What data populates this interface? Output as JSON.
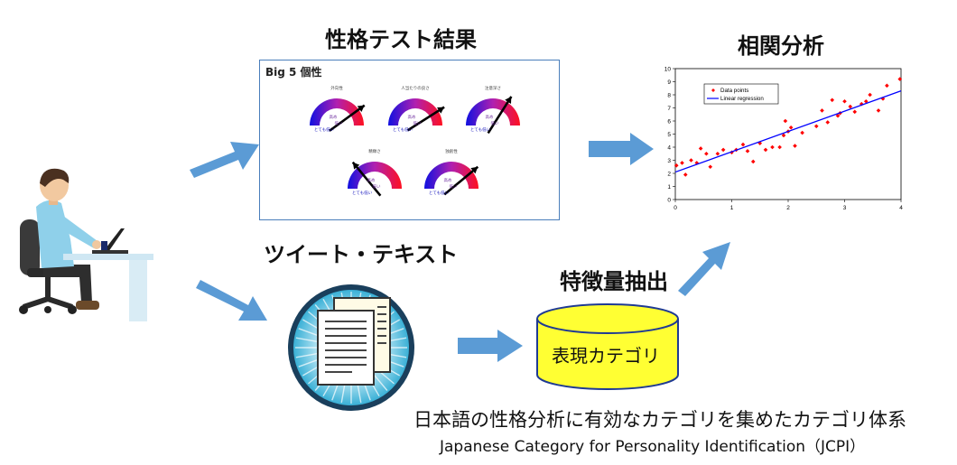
{
  "titles": {
    "personality_result": "性格テスト結果",
    "correlation": "相関分析",
    "tweet_text": "ツイート・テキスト",
    "feature_extraction": "特徴量抽出"
  },
  "result_panel": {
    "title": "Big 5 個性",
    "gauges": [
      {
        "label": "外向性",
        "low": "低い",
        "high": "高め",
        "very_low": "とても低い",
        "level": 0.8
      },
      {
        "label": "人当たりの良さ",
        "low": "低い",
        "high": "高め",
        "very_low": "とても低い",
        "level": 0.82
      },
      {
        "label": "注意深さ",
        "low": "低い",
        "high": "高め",
        "very_low": "とても低い",
        "level": 0.68
      },
      {
        "label": "精緻さ",
        "low": "低い",
        "high": "高め",
        "very_low": "とても低い",
        "level": 0.28
      },
      {
        "label": "独創性",
        "low": "低い",
        "high": "高め",
        "very_low": "とても低い",
        "level": 0.78
      }
    ]
  },
  "drum_label": "表現カテゴリ",
  "caption": {
    "jp": "日本語の性格分析に有効なカテゴリを集めたカテゴリ体系",
    "en": "Japanese Category for Personality Identification（JCPI）"
  },
  "chart_data": {
    "type": "scatter",
    "title": "",
    "xlabel": "",
    "ylabel": "",
    "xlim": [
      0,
      4
    ],
    "ylim": [
      0,
      10
    ],
    "xticks": [
      "0",
      "1",
      "2",
      "3",
      "4"
    ],
    "yticks": [
      "0",
      "1",
      "2",
      "3",
      "4",
      "5",
      "6",
      "7",
      "8",
      "9",
      "10"
    ],
    "legend_position": "top-left",
    "series": [
      {
        "name": "Data points",
        "color": "#ff0000",
        "x": [
          0.02,
          0.12,
          0.18,
          0.28,
          0.38,
          0.45,
          0.55,
          0.62,
          0.75,
          0.85,
          1.0,
          1.08,
          1.2,
          1.28,
          1.38,
          1.5,
          1.6,
          1.72,
          1.85,
          1.92,
          1.95,
          2.0,
          2.05,
          2.12,
          2.25,
          2.5,
          2.6,
          2.7,
          2.78,
          2.88,
          2.92,
          3.0,
          3.1,
          3.18,
          3.3,
          3.38,
          3.45,
          3.6,
          3.68,
          3.75,
          3.98
        ],
        "y": [
          2.6,
          2.8,
          1.9,
          3.0,
          2.8,
          3.9,
          3.5,
          2.5,
          3.5,
          3.8,
          3.6,
          3.8,
          4.2,
          3.7,
          2.9,
          4.3,
          3.8,
          4.0,
          4.0,
          4.9,
          6.0,
          5.2,
          5.5,
          4.1,
          5.1,
          5.6,
          6.8,
          5.9,
          7.6,
          6.4,
          6.6,
          7.5,
          7.1,
          6.7,
          7.3,
          7.5,
          8.0,
          6.8,
          7.7,
          8.7,
          9.2
        ]
      },
      {
        "name": "Linear regression",
        "color": "#0000ff",
        "x": [
          0,
          4
        ],
        "y": [
          2.1,
          8.3
        ]
      }
    ]
  }
}
